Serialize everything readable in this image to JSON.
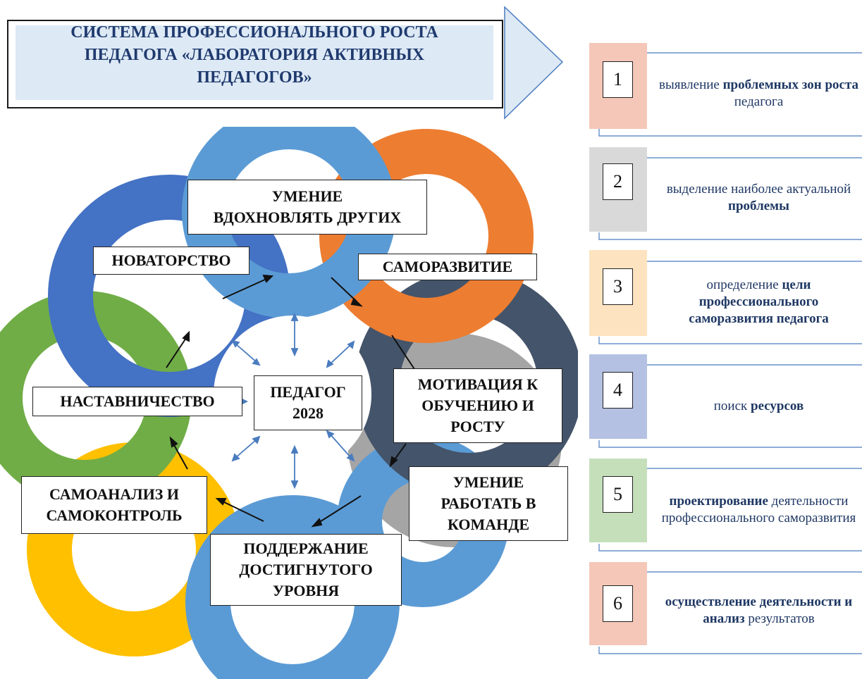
{
  "title": "СИСТЕМА ПРОФЕССИОНАЛЬНОГО РОСТА ПЕДАГОГА «ЛАБОРАТОРИЯ АКТИВНЫХ ПЕДАГОГОВ»",
  "center": {
    "line1": "ПЕДАГОГ",
    "line2": "2028"
  },
  "qualities": {
    "inspire": {
      "line1": "УМЕНИЕ",
      "line2": "ВДОХНОВЛЯТЬ ДРУГИХ"
    },
    "innovation": "НОВАТОРСТВО",
    "selfdev": "САМОРАЗВИТИЕ",
    "motivation": {
      "line1": "МОТИВАЦИЯ К",
      "line2": "ОБУЧЕНИЮ И",
      "line3": "РОСТУ"
    },
    "mentoring": "НАСТАВНИЧЕСТВО",
    "selfanalysis": {
      "line1": "САМОАНАЛИЗ И",
      "line2": "САМОКОНТРОЛЬ"
    },
    "teamwork": {
      "line1": "УМЕНИЕ",
      "line2": "РАБОТАТЬ В",
      "line3": "КОМАНДЕ"
    },
    "maintain": {
      "line1": "ПОДДЕРЖАНИЕ",
      "line2": "ДОСТИГНУТОГО",
      "line3": "УРОВНЯ"
    }
  },
  "ring_colors": {
    "top": "#5b9bd5",
    "orange": "#ed7d31",
    "navy": "#44546a",
    "gray": "#a5a5a5",
    "bottom_blue": "#5b9bd5",
    "yellow": "#ffc000",
    "green": "#70ad47",
    "dark_blue": "#4472c4"
  },
  "steps": [
    {
      "num": "1",
      "color": "#f4c7b8",
      "parts": [
        {
          "t": "выявление ",
          "b": false
        },
        {
          "t": "проблемных зон роста",
          "b": true
        },
        {
          "t": " педагога",
          "b": false
        }
      ]
    },
    {
      "num": "2",
      "color": "#d9d9d9",
      "parts": [
        {
          "t": "выделение наиболее актуальной ",
          "b": false
        },
        {
          "t": "проблемы",
          "b": true
        }
      ]
    },
    {
      "num": "3",
      "color": "#fde3c0",
      "parts": [
        {
          "t": "определение ",
          "b": false
        },
        {
          "t": "цели профессионального саморазвития педагога",
          "b": true
        }
      ]
    },
    {
      "num": "4",
      "color": "#b4c1e3",
      "parts": [
        {
          "t": "поиск ",
          "b": false
        },
        {
          "t": "ресурсов",
          "b": true
        }
      ]
    },
    {
      "num": "5",
      "color": "#c5dfbb",
      "parts": [
        {
          "t": "проектирование",
          "b": true
        },
        {
          "t": " деятельности профессионального саморазвития",
          "b": false
        }
      ]
    },
    {
      "num": "6",
      "color": "#f4c7b8",
      "parts": [
        {
          "t": "осуществление деятельности и анализ",
          "b": true
        },
        {
          "t": " результатов",
          "b": false
        }
      ]
    }
  ]
}
